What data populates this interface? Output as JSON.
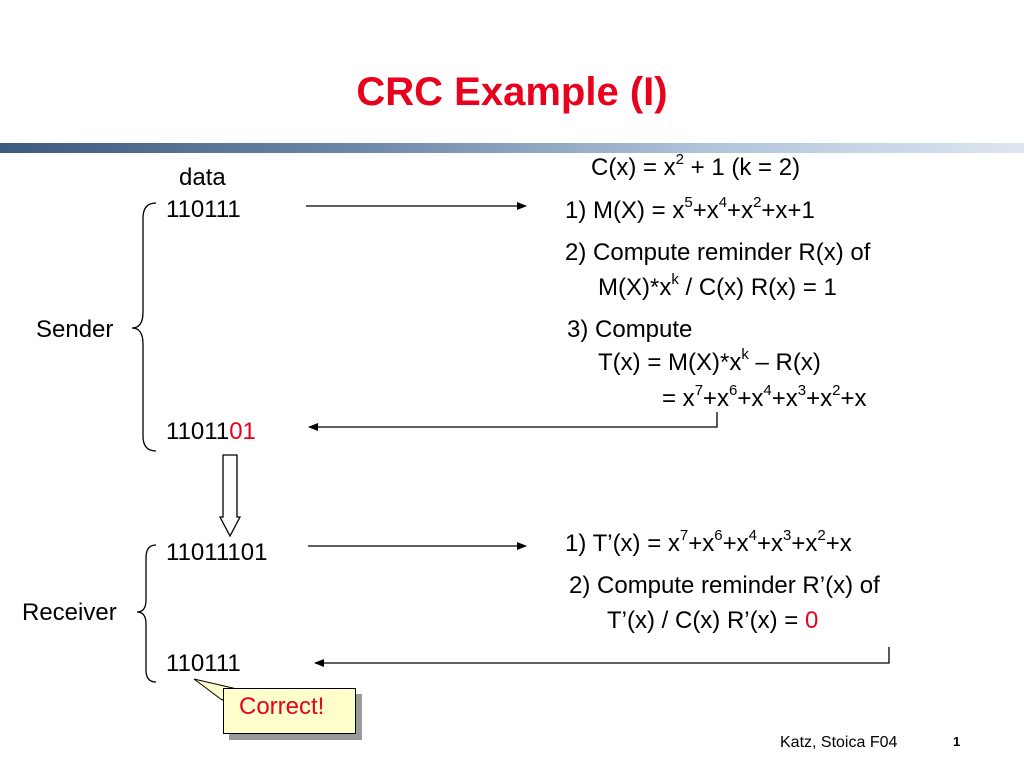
{
  "title": "CRC Example (I)",
  "colors": {
    "title": "#e8001c",
    "highlight": "#e8001c",
    "callout_bg": "#ffffcc"
  },
  "sender": {
    "label": "Sender",
    "data_header": "data",
    "data_bits": "110111",
    "transmitted_prefix": "11011",
    "transmitted_suffix": "01"
  },
  "polynomial": {
    "text": "C(x) = x",
    "exp": "2",
    "rest": " + 1 (k = 2)"
  },
  "sender_steps": {
    "step1": {
      "prefix": "1) M(X) = x",
      "e1": "5",
      "p1": "+x",
      "e2": "4",
      "p2": "+x",
      "e3": "2",
      "p3": "+x+1"
    },
    "step2_line1": "2) Compute reminder R(x) of",
    "step2_line2": {
      "prefix": "M(X)*x",
      "exp": "k",
      "mid": " / C(x) ",
      "arrow": "",
      "suffix": " R(x) = 1"
    },
    "step3_line1": "3) Compute",
    "step3_line2": {
      "prefix": "T(x) = M(X)*x",
      "exp": "k",
      "suffix": " – R(x)"
    },
    "step3_line3": {
      "prefix": "= x",
      "e1": "7",
      "p1": "+x",
      "e2": "6",
      "p2": "+x",
      "e3": "4",
      "p3": "+x",
      "e4": "3",
      "p4": "+x",
      "e5": "2",
      "p5": "+x"
    }
  },
  "receiver": {
    "label": "Receiver",
    "received_bits": "11011101",
    "result_bits": "110111"
  },
  "receiver_steps": {
    "step1": {
      "prefix": "1) T’(x) = x",
      "e1": "7",
      "p1": "+x",
      "e2": "6",
      "p2": "+x",
      "e3": "4",
      "p3": "+x",
      "e4": "3",
      "p4": "+x",
      "e5": "2",
      "p5": "+x"
    },
    "step2_line1": "2) Compute reminder R’(x) of",
    "step2_line2": {
      "prefix": "T’(x) / C(x) ",
      "arrow": "",
      "mid": " R’(x) = ",
      "result": "0"
    }
  },
  "callout": "Correct!",
  "footer": "Katz, Stoica F04",
  "page_number": "1"
}
